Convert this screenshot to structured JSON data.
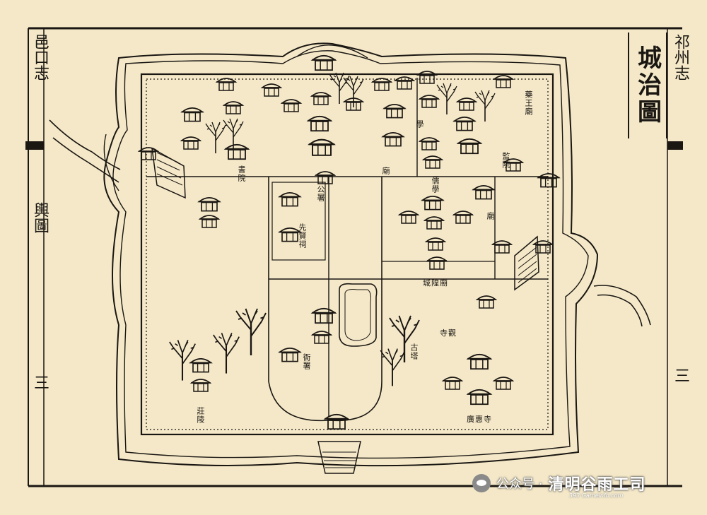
{
  "title": "城治圖",
  "left_margin": [
    "邑口志",
    "輿圖",
    "三"
  ],
  "right_margin": [
    "祁州志",
    "三"
  ],
  "labels": {
    "shuyuan": "書院",
    "miao": "廟",
    "gong": "公署",
    "xue": "儒學",
    "ruxue_hou": "學",
    "xianci": "先賢祠",
    "chenghuang": "城隍廟",
    "zhuangyuan": "莊陵",
    "guta": "古塔",
    "xingyuan": "寺觀",
    "dizang": "廣惠寺",
    "yamen": "衙署",
    "miao2": "廟",
    "langmiao": "藥王廟",
    "jianyue": "監院"
  },
  "watermark": {
    "prefix": "公众号 ·",
    "name": "清明谷雨工司",
    "sub": "393 Gameinfo.com"
  },
  "colors": {
    "paper": "#f4e8c8",
    "ink": "#1a1612"
  }
}
